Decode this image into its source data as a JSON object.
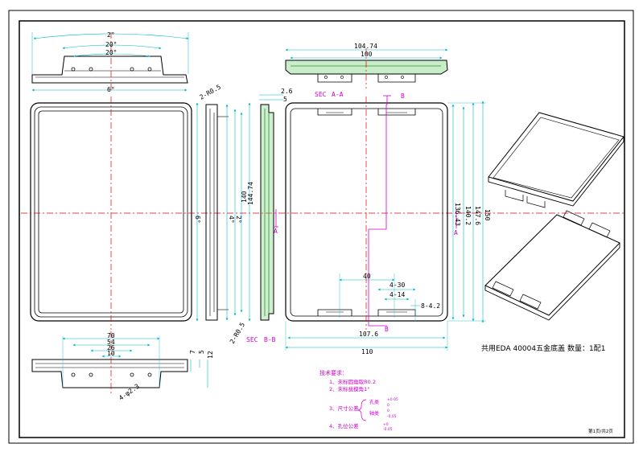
{
  "colors": {
    "outline": "#000000",
    "dim": "#00b7c7",
    "center": "#e00000",
    "note": "#d000d0",
    "section_fill": "#79d279"
  },
  "top_view": {
    "dims": [
      "2°",
      "20°",
      "20°",
      "6°"
    ],
    "radius_note": "2-R0.5"
  },
  "front_view": {
    "width_angle": "6°"
  },
  "side_view": {
    "dims": [
      "4°",
      "2°",
      "140",
      "144.74"
    ]
  },
  "section_view": {
    "top_dims": [
      "2.6",
      "5"
    ],
    "section_mark": "A",
    "label_rn": "2-R0.5",
    "label": "SEC",
    "label_bb": "B-B"
  },
  "plan_view": {
    "top_dims": [
      "104.74",
      "100"
    ],
    "section_label": "SEC",
    "section_aa": "A-A",
    "mark_b": "B",
    "right_dims": [
      "136.43",
      "140.2",
      "147.6",
      "150"
    ],
    "mark_a": "A",
    "center_dim": "40",
    "slot_dims": [
      "4-30",
      "4-14",
      "8-4.2"
    ],
    "bottom_dims": [
      "107.6",
      "110"
    ]
  },
  "bottom_view": {
    "dims": [
      "70",
      "54",
      "26",
      "10"
    ],
    "right_dims": [
      "7",
      "5",
      "12"
    ],
    "holes": "4-φ2.3"
  },
  "title": "共用EDA 40004五金底盖  数量：1配1",
  "notes": {
    "heading": "技术要求：",
    "items": [
      "1、未标圆角取R0.2",
      "2、未标拔模角1°",
      "3、尺寸公差",
      "4、孔位公差"
    ],
    "tol_labels": [
      "孔类",
      "轴类"
    ],
    "tol_values": [
      "+0.05",
      "0",
      "0",
      "-0.05"
    ],
    "hole_tol": [
      "+0",
      "-0.05"
    ]
  },
  "sheet": "第1页/共2页"
}
